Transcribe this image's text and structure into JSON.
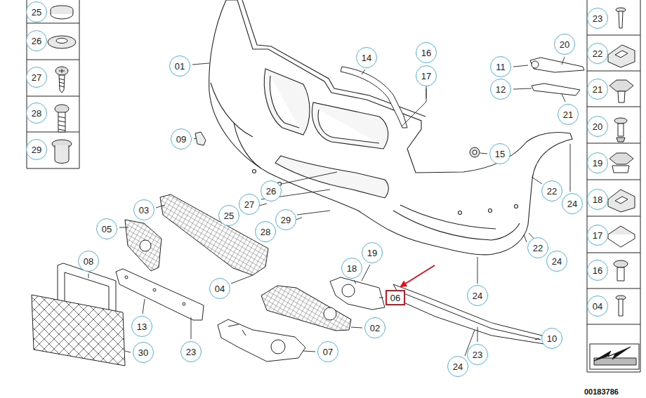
{
  "diagram": {
    "nodes": [
      {
        "text": [
          "25"
        ]
      },
      {
        "text": [
          "26"
        ]
      },
      {
        "text": [
          "27"
        ]
      },
      {
        "text": [
          "28"
        ]
      },
      {
        "text": [
          "29"
        ]
      },
      {
        "text": [
          "23"
        ]
      },
      {
        "text": [
          "22"
        ]
      },
      {
        "text": [
          "21"
        ]
      },
      {
        "text": [
          "20"
        ]
      },
      {
        "text": [
          "19"
        ]
      },
      {
        "text": [
          "18"
        ]
      },
      {
        "text": [
          "17"
        ]
      },
      {
        "text": [
          "16"
        ]
      },
      {
        "text": [
          "04"
        ]
      },
      {
        "text": [
          "20"
        ]
      },
      {
        "text": [
          "16"
        ]
      },
      {
        "text": [
          "14"
        ]
      },
      {
        "text": [
          "01"
        ]
      },
      {
        "text": [
          "11"
        ]
      },
      {
        "text": [
          "17"
        ]
      },
      {
        "text": [
          "12"
        ]
      },
      {
        "text": [
          "21"
        ]
      },
      {
        "text": [
          "09"
        ]
      },
      {
        "text": [
          "15"
        ]
      },
      {
        "text": [
          "26"
        ]
      },
      {
        "text": [
          "22"
        ]
      },
      {
        "text": [
          "27"
        ]
      },
      {
        "text": [
          "24"
        ]
      },
      {
        "text": [
          "03"
        ]
      },
      {
        "text": [
          "25"
        ]
      },
      {
        "text": [
          "29"
        ]
      },
      {
        "text": [
          "05"
        ]
      },
      {
        "text": [
          "28"
        ]
      },
      {
        "text": [
          "22"
        ]
      },
      {
        "text": [
          "19"
        ]
      },
      {
        "text": [
          "08"
        ]
      },
      {
        "text": [
          "24"
        ]
      },
      {
        "text": [
          "18"
        ]
      },
      {
        "text": [
          "04"
        ]
      },
      {
        "text": [
          "24"
        ]
      },
      {
        "text": [
          "06"
        ]
      },
      {
        "text": [
          "13"
        ]
      },
      {
        "text": [
          "02"
        ]
      },
      {
        "text": [
          "10"
        ]
      },
      {
        "text": [
          "23"
        ]
      },
      {
        "text": [
          "07"
        ]
      },
      {
        "text": [
          "30"
        ]
      },
      {
        "text": [
          "23"
        ]
      },
      {
        "text": [
          "24"
        ]
      }
    ],
    "labels": [
      "00183786"
    ]
  }
}
